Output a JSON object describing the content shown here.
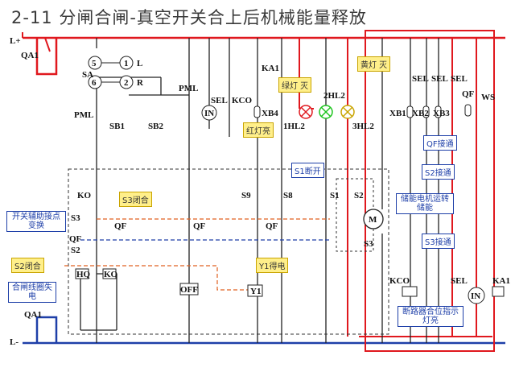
{
  "title": "2-11   分闸合闸-真空开关合上后机械能量释放",
  "rails": {
    "top": "L+",
    "bottom": "L-",
    "qa_top": "QA1",
    "qa_bottom": "QA1"
  },
  "labels": {
    "sa": "SA",
    "l": "L",
    "r": "R",
    "c5": "5",
    "c1": "1",
    "c6": "6",
    "c2": "2",
    "pml_left": "PML",
    "pml_right": "PML",
    "sb1": "SB1",
    "sb2": "SB2",
    "sel1": "SEL",
    "kco1": "KCO",
    "ka1_top": "KA1",
    "xb4": "XB4",
    "hl1": "1HL2",
    "hl2": "2HL2",
    "hl3": "3HL2",
    "in": "IN",
    "sel_r1": "SEL",
    "sel_r2": "SEL",
    "sel_r3": "SEL",
    "qf_r": "QF",
    "ws": "WS",
    "xb1": "XB1",
    "xb2": "XB2",
    "xb3": "XB3",
    "ko": "KO",
    "s3": "S3",
    "qf1": "QF",
    "qf2": "QF",
    "s2": "S2",
    "hq": "HQ",
    "ko_box": "KO",
    "off": "OFF",
    "s9": "S9",
    "s8": "S8",
    "qf3": "QF",
    "qf4": "QF",
    "y1": "Y1",
    "s1": "S1",
    "s2b": "S2",
    "s3b": "S3",
    "m": "M",
    "kco2": "KCO",
    "sel_b": "SEL",
    "in_b": "IN",
    "ka1_b": "KA1"
  },
  "callouts": {
    "green_off": "绿灯 灭",
    "yellow_off": "黄灯 灭",
    "red_on": "红灯亮",
    "s1_open": "S1断开",
    "s3_close": "S3闭合",
    "aux_change": "开关辅助接点变换",
    "s2_close": "S2闭合",
    "coil_lose": "合闸线圈失电",
    "y1_on": "Y1得电",
    "qf_on": "QF接通",
    "s2_on": "S2接通",
    "motor": "储能电机运转储能",
    "s3_on": "S3接通",
    "breaker_lamp": "断路器合位指示灯亮"
  },
  "colors": {
    "red": "#e0181e",
    "blue": "#1e3fa8",
    "yellow": "#ffef8a",
    "orange": "#ff7a00",
    "green": "#1ec41e"
  }
}
